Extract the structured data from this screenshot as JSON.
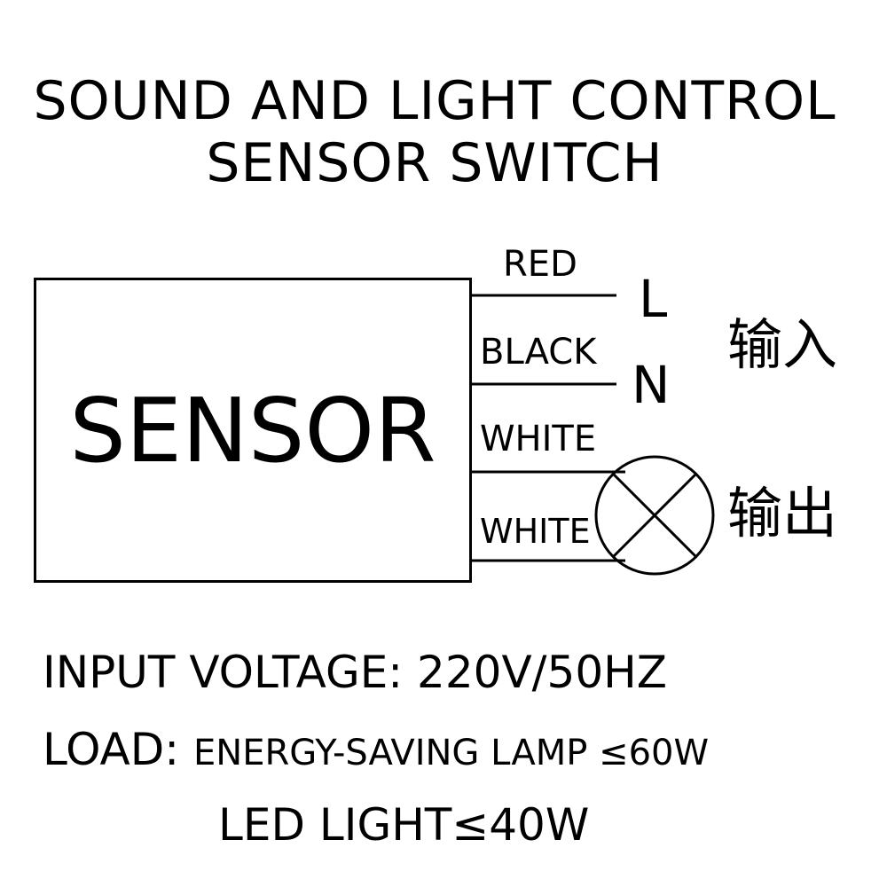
{
  "title": {
    "line1": "SOUND AND LIGHT CONTROL",
    "line2": "SENSOR SWITCH"
  },
  "sensor": {
    "label": "SENSOR"
  },
  "wires": {
    "red": "RED",
    "black": "BLACK",
    "white_1": "WHITE",
    "white_2": "WHITE"
  },
  "terminals": {
    "live": "L",
    "neutral": "N"
  },
  "io": {
    "input": "输入",
    "output": "输出"
  },
  "lamp": {
    "icon": "lamp-icon"
  },
  "specs": {
    "voltage": "INPUT VOLTAGE: 220V/50HZ",
    "load_label": "LOAD:",
    "load_value": "ENERGY-SAVING LAMP ≤60W",
    "led": "LED LIGHT≤40W"
  },
  "colors": {
    "line": "#000000",
    "background": "#ffffff"
  }
}
